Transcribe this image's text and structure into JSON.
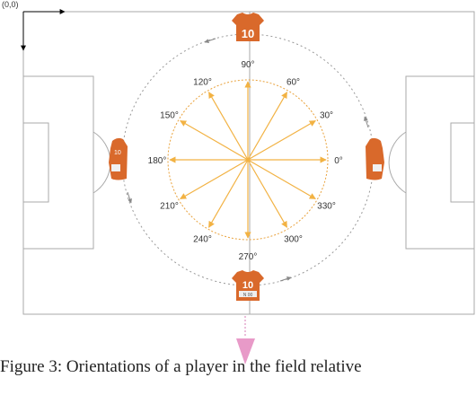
{
  "origin_label": "(0,0)",
  "jersey_number": "10",
  "jersey_nameplate": "N 00",
  "angles": [
    {
      "deg": 0,
      "label": "0°"
    },
    {
      "deg": 30,
      "label": "30°"
    },
    {
      "deg": 60,
      "label": "60°"
    },
    {
      "deg": 90,
      "label": "90°"
    },
    {
      "deg": 120,
      "label": "120°"
    },
    {
      "deg": 150,
      "label": "150°"
    },
    {
      "deg": 180,
      "label": "180°"
    },
    {
      "deg": 210,
      "label": "210°"
    },
    {
      "deg": 240,
      "label": "240°"
    },
    {
      "deg": 270,
      "label": "270°"
    },
    {
      "deg": 300,
      "label": "300°"
    },
    {
      "deg": 330,
      "label": "330°"
    }
  ],
  "caption": "Figure 3: Orientations of a player in the field relative",
  "colors": {
    "arrow": "#f2b243",
    "jersey": "#d9692b",
    "field_line": "#aaaaaa",
    "camera_marker": "#e89ac8"
  }
}
